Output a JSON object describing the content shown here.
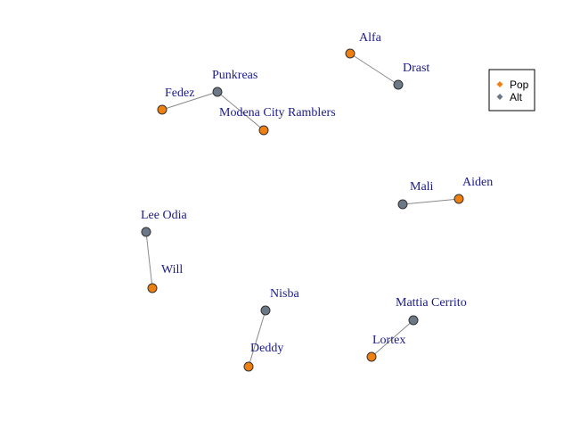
{
  "colors": {
    "pop": "#f07f12",
    "alt": "#6c7886",
    "edge": "#8a8a8a",
    "label": "#1a1a8c"
  },
  "legend": {
    "items": [
      {
        "key": "pop",
        "label": "Pop"
      },
      {
        "key": "alt",
        "label": "Alt"
      }
    ]
  },
  "nodes": [
    {
      "id": "alfa",
      "label": "Alfa",
      "group": "pop"
    },
    {
      "id": "drast",
      "label": "Drast",
      "group": "alt"
    },
    {
      "id": "punkreas",
      "label": "Punkreas",
      "group": "alt"
    },
    {
      "id": "fedez",
      "label": "Fedez",
      "group": "pop"
    },
    {
      "id": "modena",
      "label": "Modena City Ramblers",
      "group": "pop"
    },
    {
      "id": "mali",
      "label": "Mali",
      "group": "alt"
    },
    {
      "id": "aiden",
      "label": "Aiden",
      "group": "pop"
    },
    {
      "id": "leeodia",
      "label": "Lee Odia",
      "group": "alt"
    },
    {
      "id": "will",
      "label": "Will",
      "group": "pop"
    },
    {
      "id": "nisba",
      "label": "Nisba",
      "group": "alt"
    },
    {
      "id": "deddy",
      "label": "Deddy",
      "group": "pop"
    },
    {
      "id": "mattia",
      "label": "Mattia Cerrito",
      "group": "alt"
    },
    {
      "id": "lortex",
      "label": "Lortex",
      "group": "pop"
    }
  ],
  "edges": [
    [
      "alfa",
      "drast"
    ],
    [
      "fedez",
      "punkreas"
    ],
    [
      "punkreas",
      "modena"
    ],
    [
      "mali",
      "aiden"
    ],
    [
      "leeodia",
      "will"
    ],
    [
      "nisba",
      "deddy"
    ],
    [
      "mattia",
      "lortex"
    ]
  ]
}
